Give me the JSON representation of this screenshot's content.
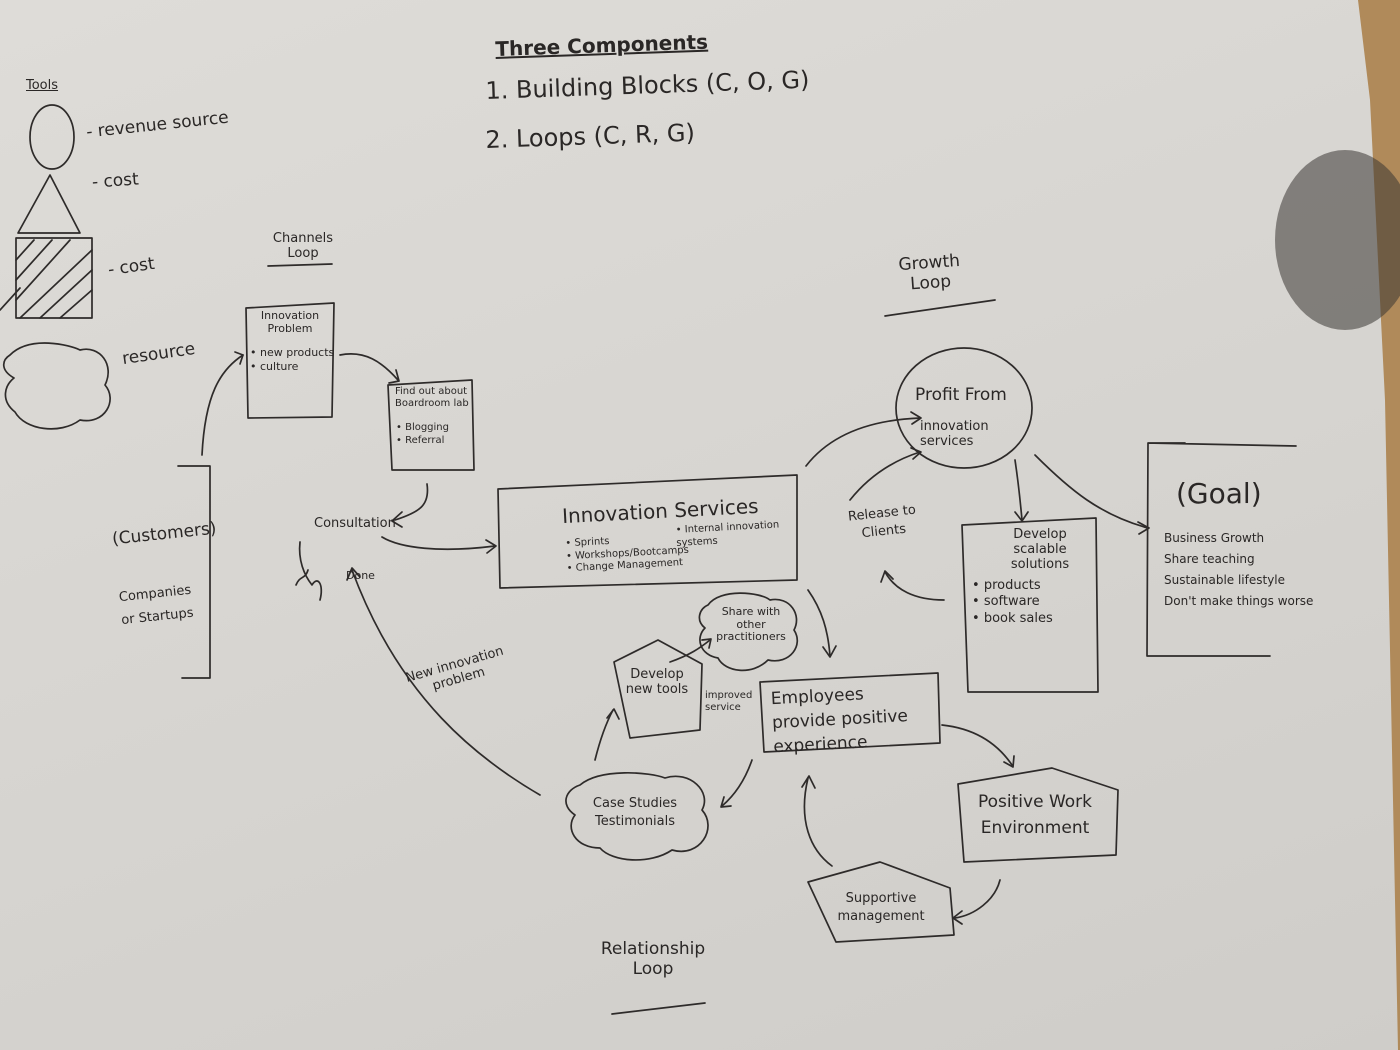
{
  "title": "Three Components",
  "components": [
    "1. Building Blocks (C, O, G)",
    "2. Loops (C, R, G)"
  ],
  "legend": {
    "heading": "Tools",
    "items": [
      {
        "icon": "circle-icon",
        "label": "- revenue source"
      },
      {
        "icon": "triangle-icon",
        "label": "- cost"
      },
      {
        "icon": "hatched-rectangle-icon",
        "label": "- cost"
      },
      {
        "icon": "cloud-icon",
        "label": "resource"
      }
    ]
  },
  "loops": {
    "channels": "Channels Loop",
    "growth": "Growth Loop",
    "relationship": "Relationship Loop"
  },
  "nodes": {
    "customers": {
      "title": "(Customers)",
      "subtitle": "Companies or Startups"
    },
    "innovation_problem": {
      "title": "Innovation Problem",
      "items": [
        "new products",
        "culture"
      ]
    },
    "find_out": {
      "title": "Find out about Boardroom lab",
      "items": [
        "Blogging",
        "Referral"
      ]
    },
    "consultation": "Consultation",
    "done": "Done",
    "innovation_services": {
      "title": "Innovation Services",
      "items": [
        "Sprints",
        "Workshops/Bootcamps",
        "Change Management"
      ],
      "items_right": [
        "Internal innovation systems"
      ]
    },
    "profit": {
      "line1": "Profit From",
      "line2": "innovation services"
    },
    "release": "Release to Clients",
    "develop_scalable": {
      "title": "Develop scalable solutions",
      "items": [
        "products",
        "software",
        "book sales"
      ]
    },
    "goal": {
      "title": "(Goal)",
      "items": [
        "Business Growth",
        "Share teaching",
        "Sustainable lifestyle",
        "Don't make things worse"
      ]
    },
    "share": "Share with other practitioners",
    "develop_tools": "Develop new tools",
    "improved": "improved service",
    "employees": "Employees provide positive experience",
    "new_problem": "New innovation problem",
    "case_studies": "Case Studies Testimonials",
    "positive_work": "Positive Work Environment",
    "supportive": "Supportive management"
  }
}
